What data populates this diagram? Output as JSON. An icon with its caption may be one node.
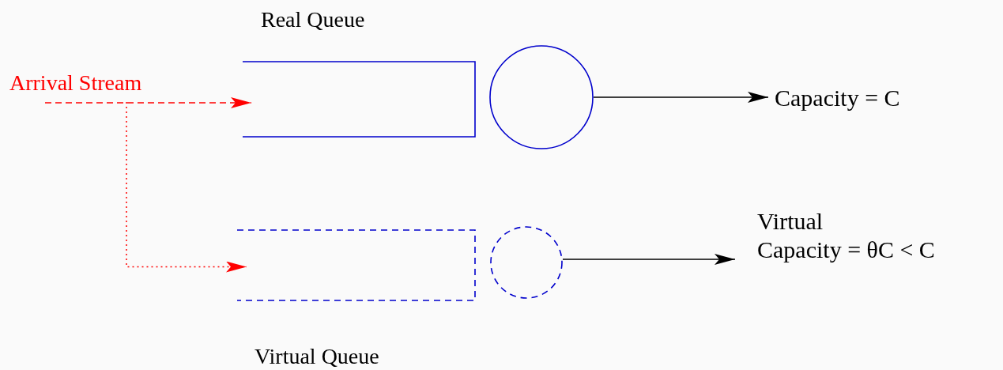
{
  "diagram": {
    "nodes": [
      {
        "text": [
          "Arrival Stream"
        ]
      },
      {
        "text": [],
        "shape": "box",
        "beside": [
          "Real Queue"
        ]
      },
      {
        "text": [],
        "shape": "circle"
      },
      {
        "text": [
          "Capacity = C"
        ]
      },
      {
        "text": [],
        "shape": "box",
        "beside": [
          "Virtual Queue"
        ]
      },
      {
        "text": [],
        "shape": "circle"
      },
      {
        "text": [
          "Virtual Capacity = θC < C"
        ]
      }
    ],
    "edges": [
      {
        "from": 0,
        "to": 1,
        "arrow": "to",
        "style": "dashed",
        "color": "#ff0000"
      },
      {
        "from": 0,
        "to": 4,
        "arrow": "to",
        "style": "dashed",
        "color": "#ff0000"
      },
      {
        "from": 2,
        "to": 3,
        "arrow": "to",
        "color": "#000000"
      },
      {
        "from": 5,
        "to": 6,
        "arrow": "to",
        "color": "#000000"
      }
    ]
  }
}
